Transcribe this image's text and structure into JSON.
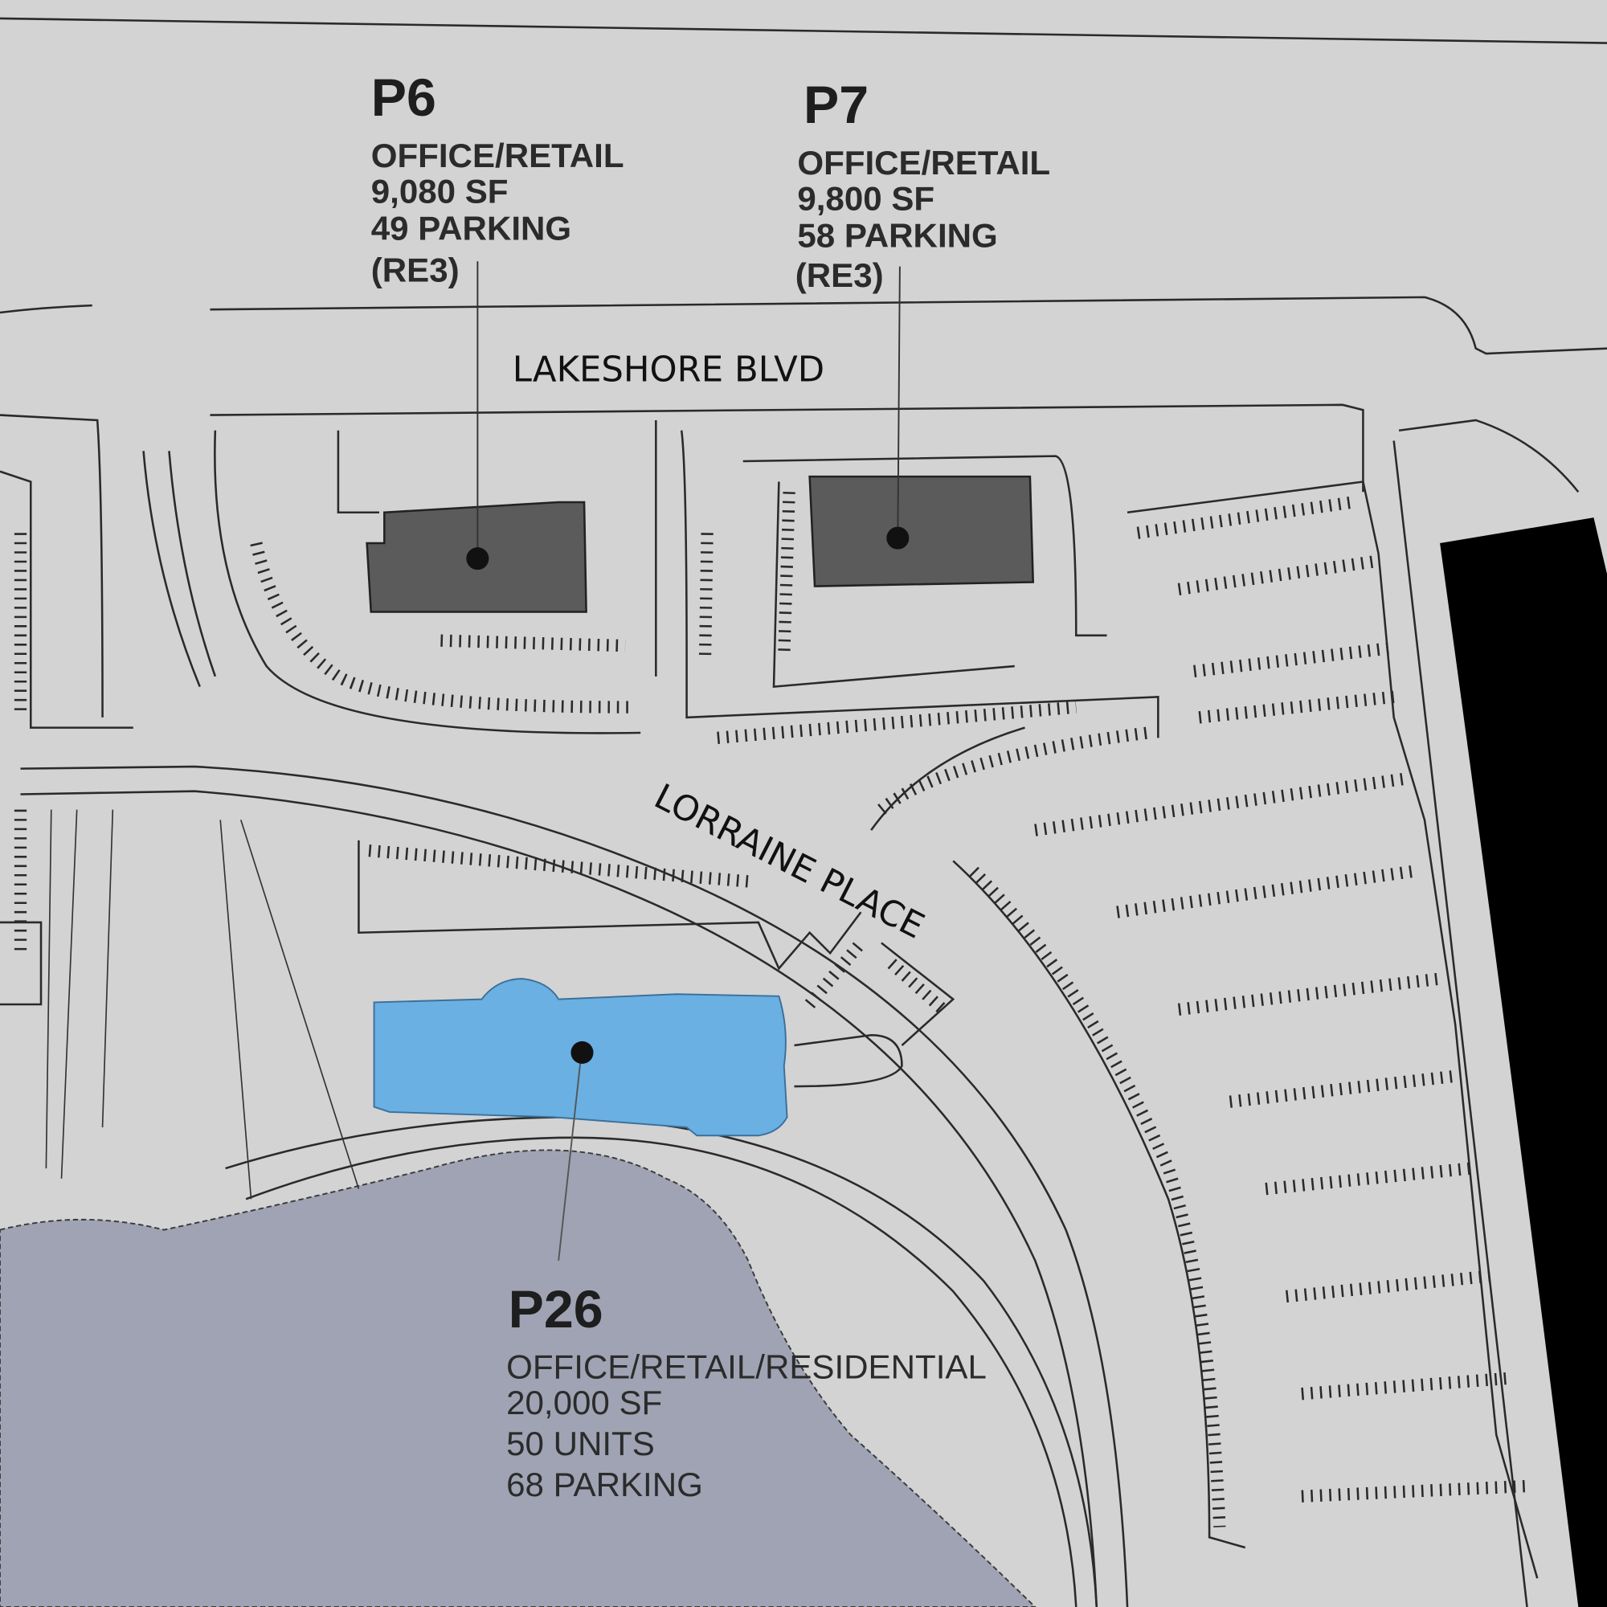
{
  "colors": {
    "ground": "#d3d3d3",
    "water": "#9fa3b3",
    "highlight_building": "#6ab0e2",
    "building": "#5b5b5b",
    "adjacent_building": "#000000"
  },
  "streets": {
    "lakeshore": "LAKESHORE BLVD",
    "lorraine": "LORRAINE PLACE"
  },
  "parcels": [
    {
      "id": "P6",
      "use": "OFFICE/RETAIL",
      "area": "9,080 SF",
      "parking": "49 PARKING",
      "zoning": "(RE3)"
    },
    {
      "id": "P7",
      "use": "OFFICE/RETAIL",
      "area": "9,800 SF",
      "parking": "58 PARKING",
      "zoning": "(RE3)"
    },
    {
      "id": "P26",
      "use": "OFFICE/RETAIL/RESIDENTIAL",
      "area": "20,000 SF",
      "units": "50 UNITS",
      "parking": "68 PARKING"
    }
  ]
}
